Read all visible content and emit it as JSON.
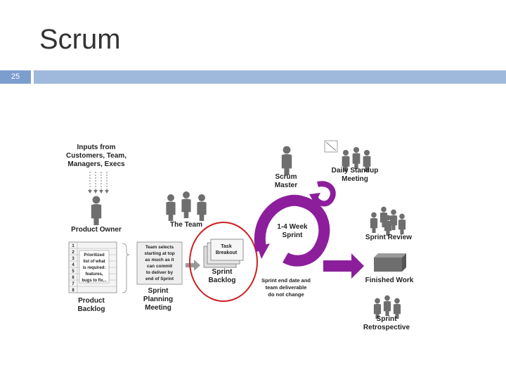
{
  "slide": {
    "title": "Scrum",
    "number": "25"
  },
  "diagram": {
    "inputs_lines": [
      "Inputs from",
      "Customers, Team,",
      "Managers, Execs"
    ],
    "product_owner": "Product Owner",
    "the_team": "The Team",
    "backlog_rows": [
      "1",
      "2",
      "3",
      "4",
      "5",
      "6",
      "7",
      "8"
    ],
    "backlog_note": [
      "Prioritized",
      "list of what",
      "is required:",
      "features,",
      "bugs to fix..."
    ],
    "product_backlog": [
      "Product",
      "Backlog"
    ],
    "team_selects": [
      "Team selects",
      "starting at top",
      "as much as it",
      "can commit",
      "to deliver by",
      "end of Sprint"
    ],
    "sprint_planning": [
      "Sprint",
      "Planning",
      "Meeting"
    ],
    "task_breakout": [
      "Task",
      "Breakout"
    ],
    "sprint_backlog": [
      "Sprint",
      "Backlog"
    ],
    "scrum_master": [
      "Scrum",
      "Master"
    ],
    "daily_standup": [
      "Daily Standup",
      "Meeting"
    ],
    "week_sprint": [
      "1-4 Week",
      "Sprint"
    ],
    "sprint_end": [
      "Sprint end date and",
      "team deliverable",
      "do not change"
    ],
    "sprint_review": "Sprint Review",
    "finished_work": "Finished Work",
    "sprint_retro": [
      "Sprint",
      "Retrospective"
    ],
    "colors": {
      "accent_bar": "#9fb9dc",
      "number_box": "#7c9ecf",
      "cycle_purple": "#8c1e9c",
      "highlight_circle": "#cc1f1f",
      "people_gray": "#6e6e6e"
    }
  }
}
